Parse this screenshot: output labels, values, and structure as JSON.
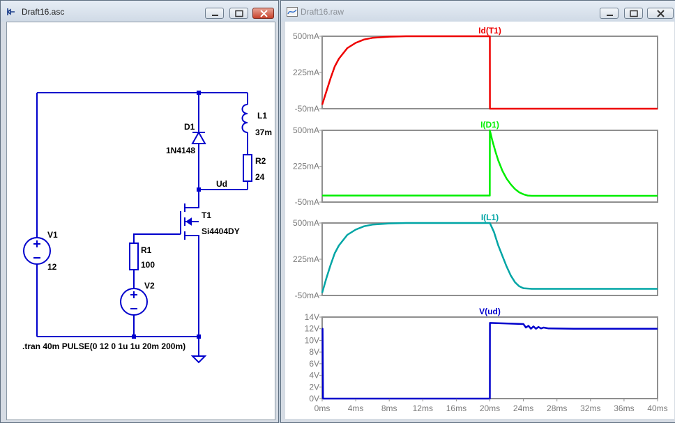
{
  "schematic_window": {
    "title": "Draft16.asc",
    "labels": {
      "d1_name": "D1",
      "d1_model": "1N4148",
      "l1_name": "L1",
      "l1_value": "37m",
      "r2_name": "R2",
      "r2_value": "24",
      "net_ud": "Ud",
      "t1_name": "T1",
      "t1_model": "Si4404DY",
      "v1_name": "V1",
      "v1_value": "12",
      "r1_name": "R1",
      "r1_value": "100",
      "v2_name": "V2",
      "directive": ".tran 40m  PULSE(0 12 0 1u 1u 20m 200m)"
    },
    "colors": {
      "wire": "#0000cc",
      "component": "#0000cc"
    }
  },
  "waveform_window": {
    "title": "Draft16.raw",
    "x_axis": {
      "ticks": [
        "0ms",
        "4ms",
        "8ms",
        "12ms",
        "16ms",
        "20ms",
        "24ms",
        "28ms",
        "32ms",
        "36ms",
        "40ms"
      ],
      "range": [
        0,
        40
      ],
      "unit": "ms"
    }
  },
  "chart_data": [
    {
      "type": "line",
      "title": "Id(T1)",
      "color": "#ee0000",
      "ylim": [
        -50,
        500
      ],
      "y_ticks": [
        "500mA",
        "225mA",
        "-50mA"
      ],
      "x": [
        0,
        0.5,
        1,
        1.5,
        2,
        3,
        4,
        5,
        6,
        8,
        10,
        14,
        19.99,
        20,
        20.01,
        30,
        40
      ],
      "values": [
        -20,
        80,
        180,
        270,
        330,
        410,
        450,
        475,
        488,
        497,
        500,
        500,
        500,
        500,
        -50,
        -50,
        -50
      ]
    },
    {
      "type": "line",
      "title": "I(D1)",
      "color": "#00ee00",
      "ylim": [
        -50,
        500
      ],
      "y_ticks": [
        "500mA",
        "225mA",
        "-50mA"
      ],
      "x": [
        0,
        19.99,
        20,
        20.3,
        20.7,
        21,
        21.5,
        22,
        22.5,
        23,
        23.5,
        24,
        24.5,
        25,
        30,
        40
      ],
      "values": [
        0,
        0,
        500,
        420,
        330,
        270,
        190,
        130,
        85,
        50,
        25,
        10,
        0,
        -2,
        -2,
        -2
      ]
    },
    {
      "type": "line",
      "title": "I(L1)",
      "color": "#00a5a5",
      "ylim": [
        -50,
        500
      ],
      "y_ticks": [
        "500mA",
        "225mA",
        "-50mA"
      ],
      "x": [
        0,
        0.5,
        1,
        1.5,
        2,
        3,
        4,
        5,
        6,
        8,
        10,
        14,
        20,
        20.5,
        21,
        21.5,
        22,
        22.5,
        23,
        23.5,
        24,
        25,
        30,
        40
      ],
      "values": [
        -30,
        80,
        180,
        270,
        330,
        410,
        450,
        475,
        488,
        497,
        500,
        500,
        500,
        430,
        330,
        250,
        170,
        100,
        50,
        20,
        5,
        0,
        0,
        0
      ]
    },
    {
      "type": "line",
      "title": "V(ud)",
      "color": "#0000cc",
      "ylim": [
        0,
        14
      ],
      "y_ticks": [
        "14V",
        "12V",
        "10V",
        "8V",
        "6V",
        "4V",
        "2V",
        "0V"
      ],
      "x": [
        0,
        0.05,
        0.1,
        19.99,
        20,
        20.01,
        24,
        24.3,
        24.6,
        24.9,
        25.2,
        25.5,
        25.8,
        26.1,
        26.4,
        27,
        30,
        40
      ],
      "values": [
        12,
        12,
        0,
        0,
        0,
        13,
        12.8,
        12.2,
        12.5,
        12.0,
        12.4,
        12.0,
        12.3,
        12.05,
        12.2,
        12.05,
        12,
        12
      ]
    }
  ]
}
